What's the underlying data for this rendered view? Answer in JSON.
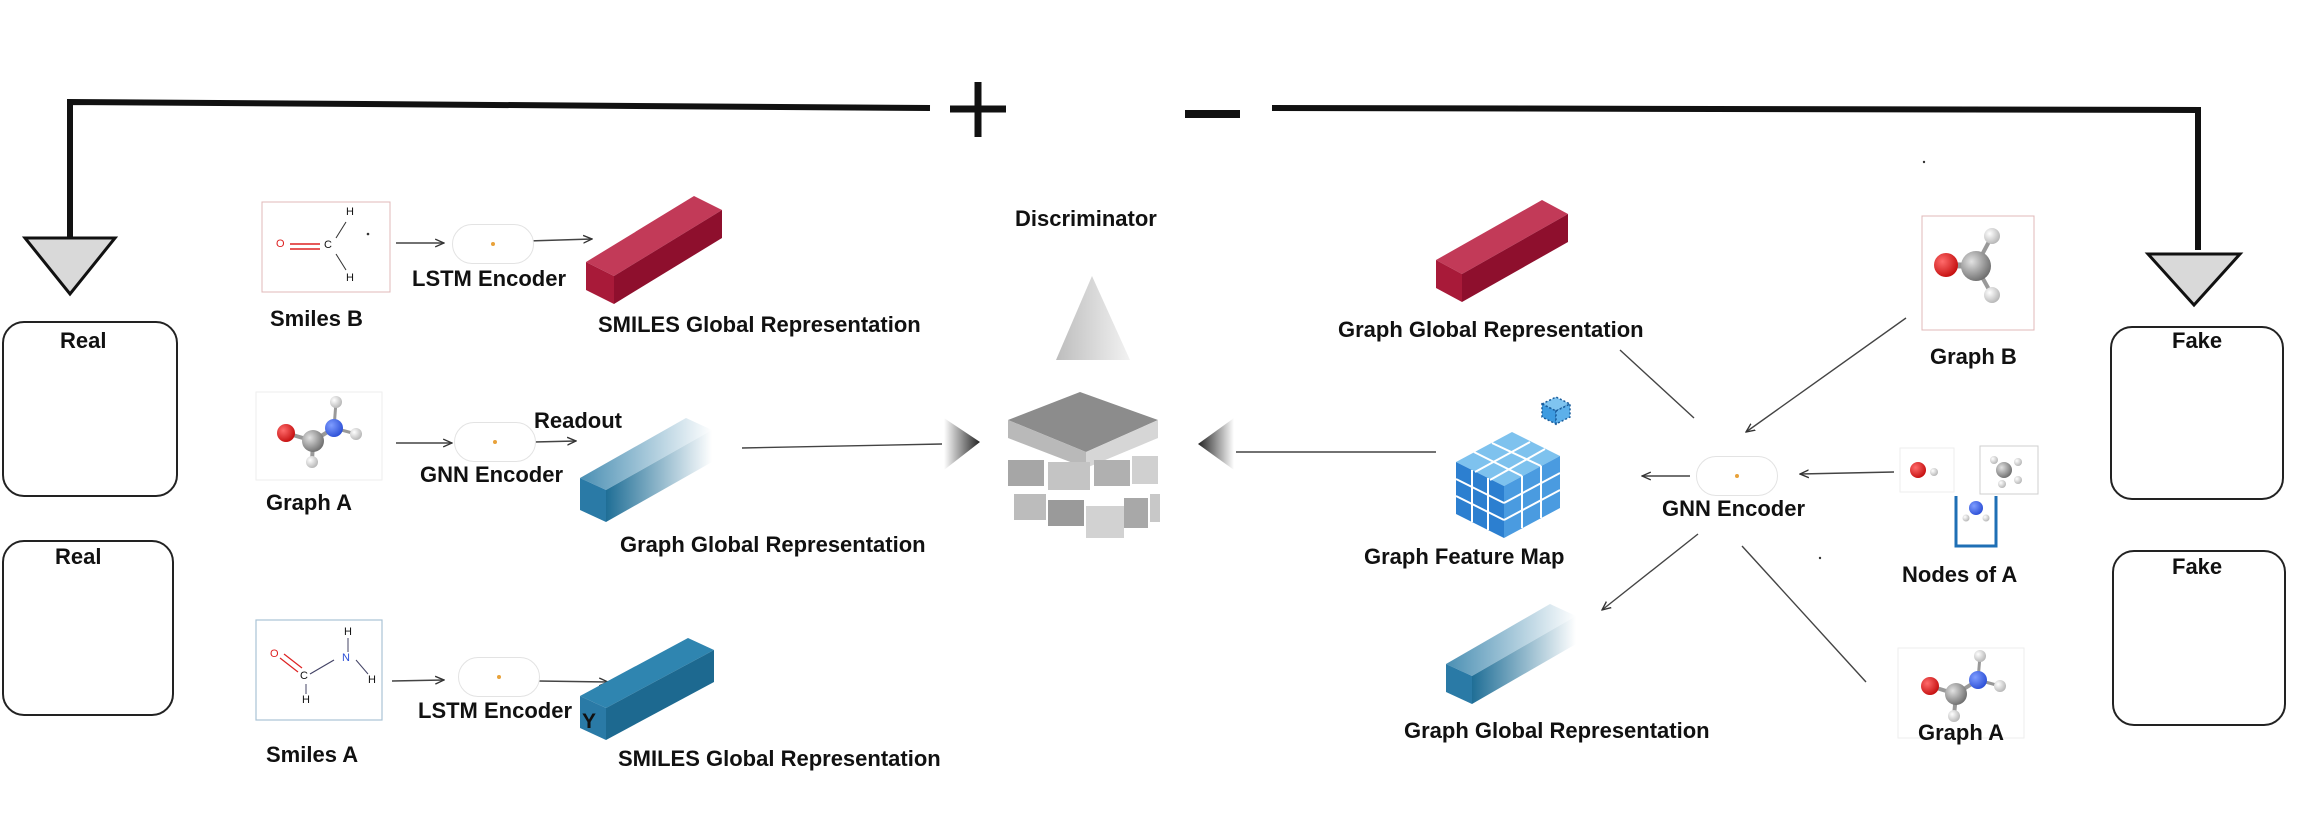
{
  "signs": {
    "plus": "+",
    "minus": "−"
  },
  "discriminator": {
    "label": "Discriminator"
  },
  "left": {
    "real_top": "Real",
    "real_bottom": "Real",
    "smiles_b": "Smiles B",
    "lstm_encoder_top": "LSTM Encoder",
    "smiles_global_top": "SMILES Global Representation",
    "readout": "Readout",
    "graph_a": "Graph A",
    "gnn_encoder": "GNN Encoder",
    "graph_global": "Graph Global Representation",
    "smiles_a": "Smiles A",
    "lstm_encoder_bottom": "LSTM Encoder",
    "y_mark": "Y",
    "smiles_global_bottom": "SMILES Global Representation"
  },
  "right": {
    "fake_top": "Fake",
    "fake_bottom": "Fake",
    "graph_global_top": "Graph Global Representation",
    "graph_b": "Graph B",
    "graph_feature_map": "Graph Feature Map",
    "gnn_encoder": "GNN Encoder",
    "nodes_of_a": "Nodes of A",
    "graph_global_bottom": "Graph Global Representation",
    "graph_a": "Graph A"
  },
  "molecules": {
    "smiles_b_atoms": [
      "O",
      "C",
      "H",
      "H"
    ],
    "smiles_a_atoms": [
      "O",
      "C",
      "H",
      "N",
      "H",
      "H"
    ]
  },
  "colors": {
    "crimson": "#9e1030",
    "teal": "#1f6e96",
    "line": "#111111"
  }
}
